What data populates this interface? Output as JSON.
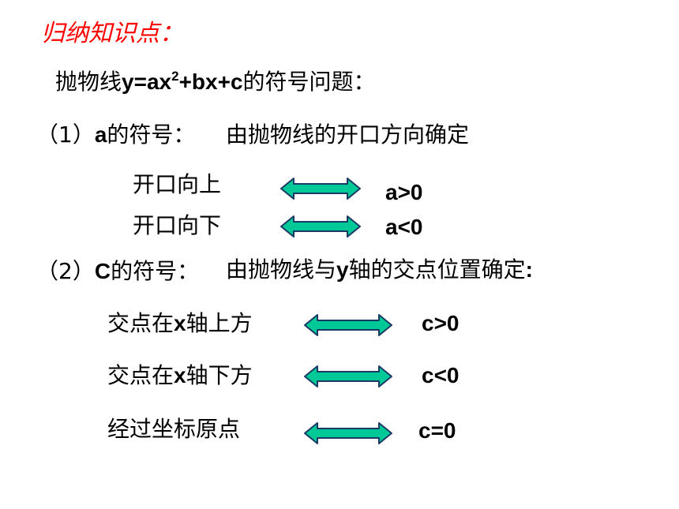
{
  "title": "归纳知识点：",
  "subtitle": {
    "prefix": "抛物线",
    "eq_main": "y=ax",
    "exponent": "2",
    "eq_rest": "+bx+c",
    "suffix": "的符号问题："
  },
  "section1": {
    "number": "（1）",
    "var": "a",
    "label": "的符号：",
    "desc": "由抛物线的开口方向确定",
    "rows": [
      {
        "condition": "开口向上",
        "result": "a>0"
      },
      {
        "condition": "开口向下",
        "result": "a<0"
      }
    ]
  },
  "section2": {
    "number": "（2）",
    "var": "C",
    "label": "的符号：",
    "desc_a": "由抛物线与",
    "desc_var": "y",
    "desc_b": "轴的交点位置确定",
    "desc_colon": ":",
    "rows": [
      {
        "cond_a": "交点在",
        "cond_var": "x",
        "cond_b": "轴上方",
        "result": "c>0"
      },
      {
        "cond_a": "交点在",
        "cond_var": "x",
        "cond_b": "轴下方",
        "result": "c<0"
      },
      {
        "cond_a": "经过坐标原点",
        "cond_var": "",
        "cond_b": "",
        "result": "c=0"
      }
    ]
  },
  "colors": {
    "title": "#ff0000",
    "arrow_fill": "#00c896",
    "arrow_stroke": "#1a3a66"
  }
}
